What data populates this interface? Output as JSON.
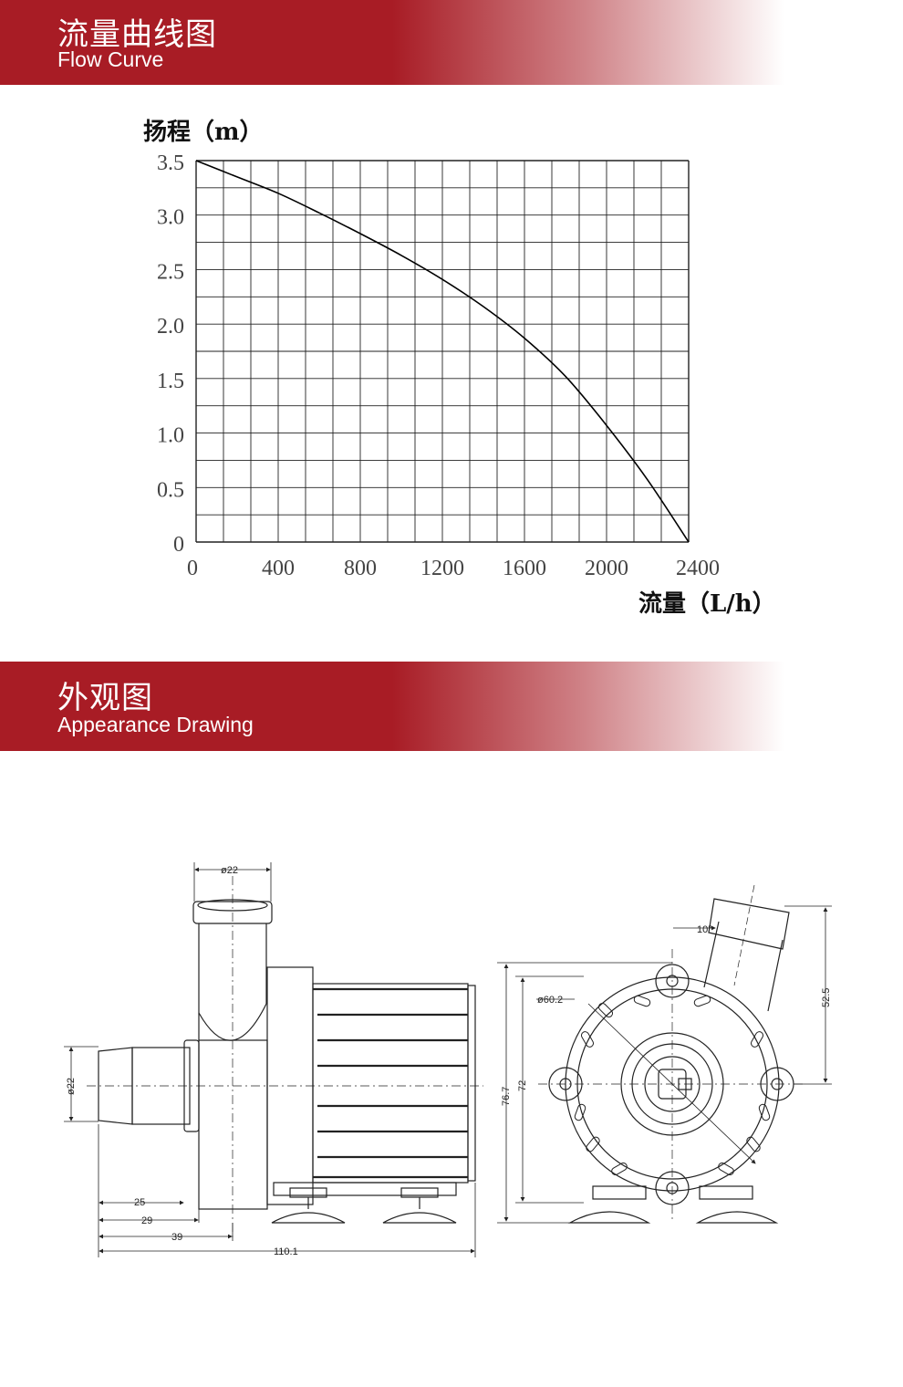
{
  "sections": {
    "flow": {
      "title_cn": "流量曲线图",
      "title_en": "Flow Curve"
    },
    "appearance": {
      "title_cn": "外观图",
      "title_en": "Appearance Drawing"
    }
  },
  "colors": {
    "band": "#a81c25",
    "curve": "#000000",
    "grid": "#222222"
  },
  "chart_data": {
    "type": "line",
    "ylabel": "扬程（m）",
    "xlabel": "流量（L/h）",
    "xlim": [
      0,
      2400
    ],
    "ylim": [
      0,
      3.5
    ],
    "x_ticks": [
      "0",
      "400",
      "800",
      "1200",
      "1600",
      "2000",
      "2400"
    ],
    "y_ticks": [
      "3.5",
      "3.0",
      "2.5",
      "2.0",
      "1.5",
      "1.0",
      "0.5",
      "0"
    ],
    "grid": true,
    "series": [
      {
        "x": [
          0,
          200,
          400,
          600,
          800,
          1000,
          1200,
          1400,
          1600,
          1800,
          2000,
          2200,
          2400
        ],
        "y": [
          3.5,
          3.35,
          3.2,
          3.02,
          2.83,
          2.63,
          2.41,
          2.16,
          1.87,
          1.52,
          1.07,
          0.57,
          0
        ]
      }
    ]
  },
  "drawing": {
    "side_view": {
      "top_outlet_dia": "ø22",
      "side_inlet_dia": "ø22",
      "dim_25": "25",
      "dim_29": "29",
      "dim_39": "39",
      "dim_total": "110.1"
    },
    "front_view": {
      "angle": "10°",
      "body_dia": "ø60.2",
      "height_outer": "76.7",
      "height_inner": "72",
      "outlet_height": "52.5"
    }
  }
}
